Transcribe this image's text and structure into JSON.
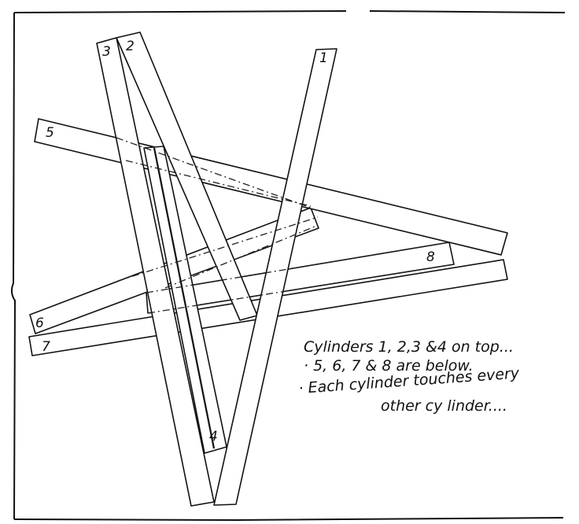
{
  "diagram": {
    "cylinders": [
      {
        "id": "cyl-5",
        "label": "5",
        "layer": "below"
      },
      {
        "id": "cyl-6",
        "label": "6",
        "layer": "below"
      },
      {
        "id": "cyl-7",
        "label": "7",
        "layer": "below"
      },
      {
        "id": "cyl-8",
        "label": "8",
        "layer": "below"
      },
      {
        "id": "cyl-1",
        "label": "1",
        "layer": "top"
      },
      {
        "id": "cyl-2",
        "label": "2",
        "layer": "top"
      },
      {
        "id": "cyl-3",
        "label": "3",
        "layer": "top"
      },
      {
        "id": "cyl-4",
        "label": "4",
        "layer": "top"
      }
    ],
    "notes": [
      "Cylinders 1, 2,3 &4  on top...",
      "· 5, 6, 7 & 8  are below.",
      "· Each cylinder touches every",
      "other cy linder...."
    ]
  }
}
